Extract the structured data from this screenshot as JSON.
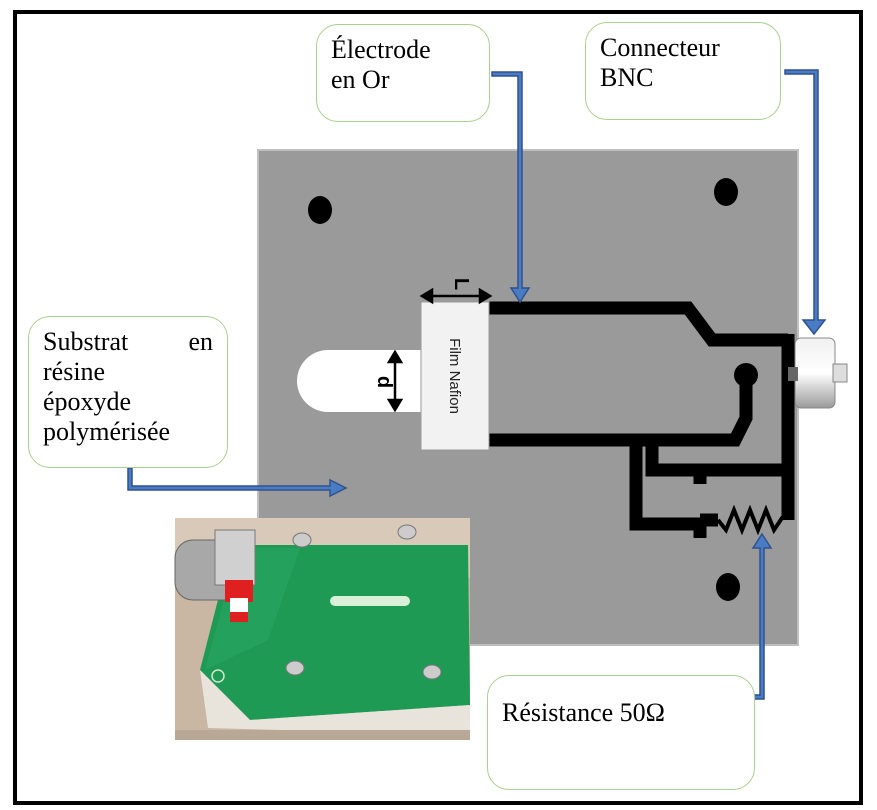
{
  "labels": {
    "electrode": [
      "Électrode",
      "en Or"
    ],
    "bnc": [
      "Connecteur",
      "BNC"
    ],
    "substrat": [
      "Substrat en",
      "résine",
      "époxyde",
      "polymérisée"
    ],
    "resistance": "Résistance 50Ω",
    "film": "Film Nafion",
    "dim_L": "L",
    "dim_d": "d"
  },
  "colors": {
    "board": "#9a9a9a",
    "trace": "#000000",
    "arrow_fill": "#4a7cc4",
    "arrow_stroke": "#2f528f",
    "callout_border": "#a9d08e",
    "pcb_green": "#1f9a55"
  }
}
